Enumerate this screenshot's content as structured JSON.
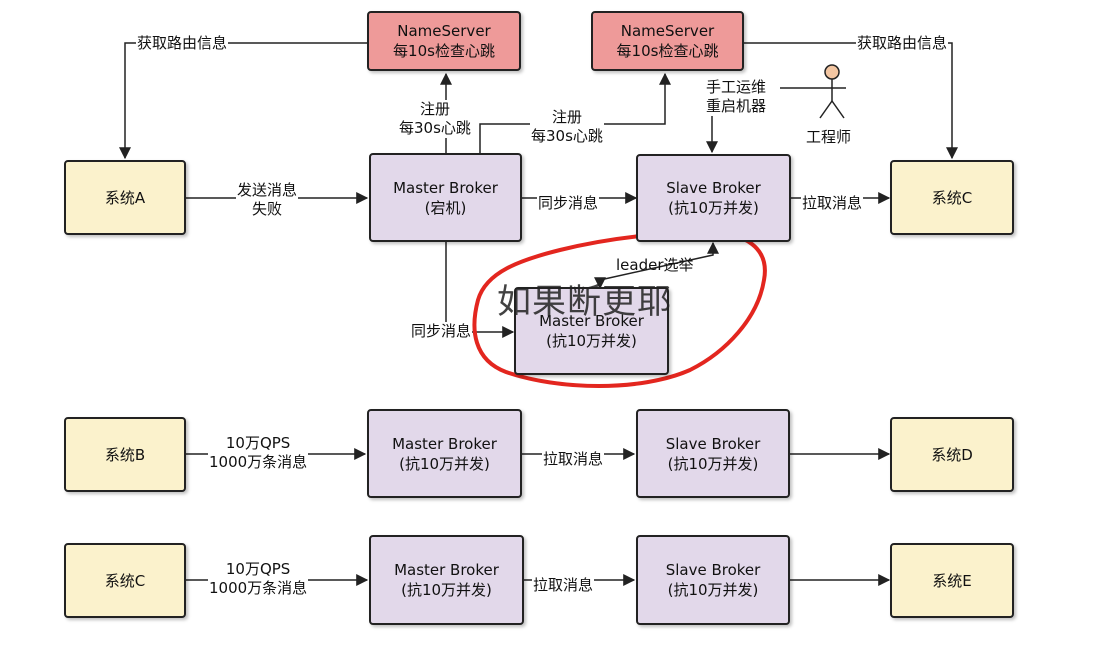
{
  "nameserver_left": {
    "line1": "NameServer",
    "line2": "每10s检查心跳"
  },
  "nameserver_right": {
    "line1": "NameServer",
    "line2": "每10s检查心跳"
  },
  "route_label_left": "获取路由信息",
  "route_label_right": "获取路由信息",
  "register_left": {
    "line1": "注册",
    "line2": "每30s心跳"
  },
  "register_right": {
    "line1": "注册",
    "line2": "每30s心跳"
  },
  "engineer": {
    "action_line1": "手工运维",
    "action_line2": "重启机器",
    "name": "工程师"
  },
  "row1": {
    "system_a": "系统A",
    "send_fail_line1": "发送消息",
    "send_fail_line2": "失败",
    "master": {
      "line1": "Master Broker",
      "line2": "(宕机)"
    },
    "sync_label": "同步消息",
    "slave": {
      "line1": "Slave Broker",
      "line2": "(抗10万并发)"
    },
    "pull_label": "拉取消息",
    "system_c": "系统C"
  },
  "election": {
    "leader_label": "leader选举",
    "sync_label": "同步消息",
    "new_master": {
      "line1": "Master Broker",
      "line2": "(抗10万并发)"
    },
    "overlay_text": "如果断更耶"
  },
  "row2": {
    "system": "系统B",
    "qps_line1": "10万QPS",
    "qps_line2": "1000万条消息",
    "master": {
      "line1": "Master Broker",
      "line2": "(抗10万并发)"
    },
    "pull_label": "拉取消息",
    "slave": {
      "line1": "Slave Broker",
      "line2": "(抗10万并发)"
    },
    "target": "系统D"
  },
  "row3": {
    "system": "系统C",
    "qps_line1": "10万QPS",
    "qps_line2": "1000万条消息",
    "master": {
      "line1": "Master Broker",
      "line2": "(抗10万并发)"
    },
    "pull_label": "拉取消息",
    "slave": {
      "line1": "Slave Broker",
      "line2": "(抗10万并发)"
    },
    "target": "系统E"
  },
  "colors": {
    "system_fill": "#fbf2cc",
    "broker_fill": "#e2d8ea",
    "nameserver_fill": "#ee9a99",
    "highlight_stroke": "#e3261f",
    "line": "#222222"
  }
}
